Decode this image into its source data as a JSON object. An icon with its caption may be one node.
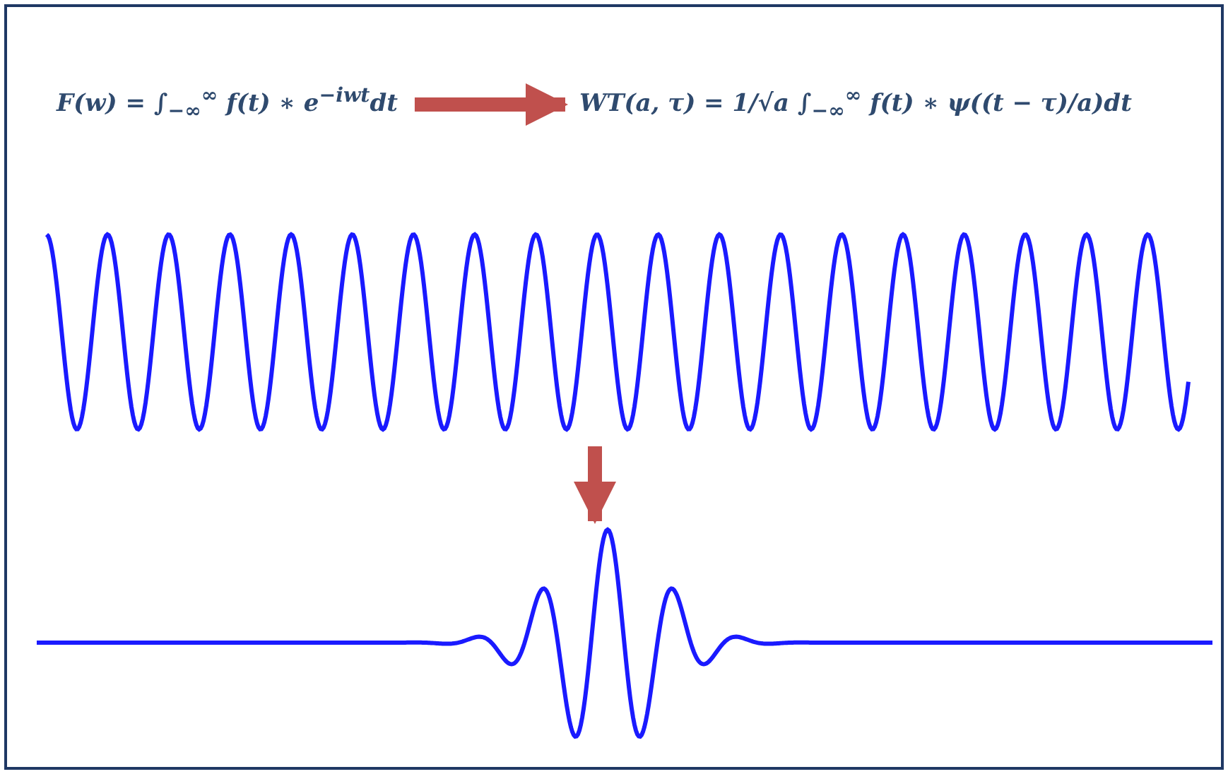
{
  "diagram": {
    "nodes": [
      {
        "text": [
          "F(w) = ∫$_{−∞}$$^{∞}$ f(t) ∗ e$^{−iwt}$dt"
        ]
      },
      {
        "text": [
          "WT(a, τ) = 1/√a ∫$_{−∞}$$^{∞}$ f(t) ∗ ψ((t − τ)/a)dt"
        ]
      },
      {
        "text": [],
        "shape": "picture"
      },
      {
        "text": [],
        "shape": "picture"
      }
    ],
    "edges": [
      {
        "from": 0,
        "to": 1,
        "arrow": "to",
        "color": "#c0504d"
      },
      {
        "from": 2,
        "to": 3,
        "arrow": "to",
        "color": "#c0504d"
      }
    ]
  }
}
